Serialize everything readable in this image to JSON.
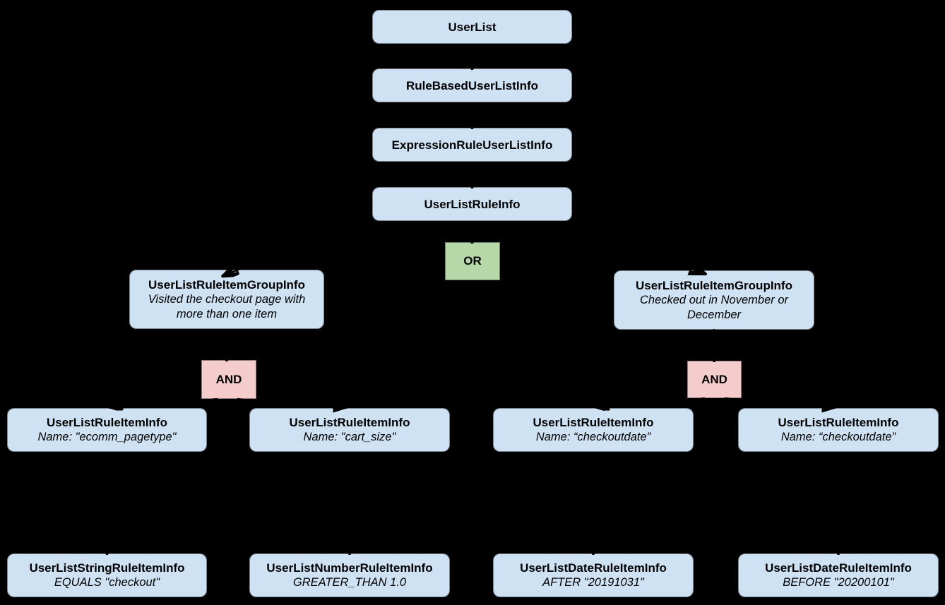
{
  "colors": {
    "background": "#000000",
    "node_fill": "#cfe2f3",
    "or_fill": "#b6d7a8",
    "and_fill": "#f4cccc",
    "text": "#000000",
    "connector": "#000000"
  },
  "chain": [
    {
      "label": "UserList"
    },
    {
      "label": "RuleBasedUserListInfo"
    },
    {
      "label": "ExpressionRuleUserListInfo"
    },
    {
      "label": "UserListRuleInfo"
    }
  ],
  "or_operator": {
    "label": "OR"
  },
  "groups": {
    "left": {
      "title": "UserListRuleItemGroupInfo",
      "description": "Visited the checkout page with more than one item",
      "and_label": "AND"
    },
    "right": {
      "title": "UserListRuleItemGroupInfo",
      "description": "Checked out in November or December",
      "and_label": "AND"
    }
  },
  "rule_items": [
    {
      "title": "UserListRuleItemInfo",
      "detail": "Name: \"ecomm_pagetype\""
    },
    {
      "title": "UserListRuleItemInfo",
      "detail": "Name: \"cart_size\""
    },
    {
      "title": "UserListRuleItemInfo",
      "detail": "Name: “checkoutdate”"
    },
    {
      "title": "UserListRuleItemInfo",
      "detail": "Name: “checkoutdate”"
    }
  ],
  "leaf_items": [
    {
      "title": "UserListStringRuleItemInfo",
      "detail": "EQUALS \"checkout\""
    },
    {
      "title": "UserListNumberRuleItemInfo",
      "detail": "GREATER_THAN 1.0"
    },
    {
      "title": "UserListDateRuleItemInfo",
      "detail": "AFTER \"20191031\""
    },
    {
      "title": "UserListDateRuleItemInfo",
      "detail": "BEFORE \"20200101\""
    }
  ]
}
